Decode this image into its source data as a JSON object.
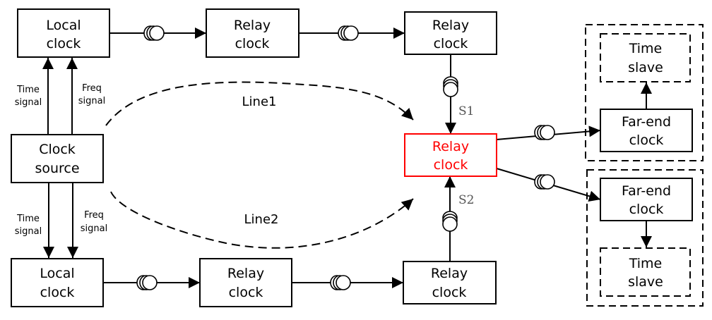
{
  "colors": {
    "stroke": "#000000",
    "highlight": "#ff0000",
    "s_label": "#555555"
  },
  "nodes": {
    "local_clock_top": {
      "line1": "Local",
      "line2": "clock"
    },
    "relay_clock_top_1": {
      "line1": "Relay",
      "line2": "clock"
    },
    "relay_clock_top_2": {
      "line1": "Relay",
      "line2": "clock"
    },
    "clock_source": {
      "line1": "Clock",
      "line2": "source"
    },
    "relay_clock_center": {
      "line1": "Relay",
      "line2": "clock",
      "highlighted": true
    },
    "local_clock_bottom": {
      "line1": "Local",
      "line2": "clock"
    },
    "relay_clock_bottom_1": {
      "line1": "Relay",
      "line2": "clock"
    },
    "relay_clock_bottom_2": {
      "line1": "Relay",
      "line2": "clock"
    },
    "time_slave_top": {
      "line1": "Time",
      "line2": "slave"
    },
    "far_end_clock_top": {
      "line1": "Far-end",
      "line2": "clock"
    },
    "far_end_clock_bottom": {
      "line1": "Far-end",
      "line2": "clock"
    },
    "time_slave_bottom": {
      "line1": "Time",
      "line2": "slave"
    }
  },
  "signals": {
    "time_top": {
      "line1": "Time",
      "line2": "signal"
    },
    "freq_top": {
      "line1": "Freq",
      "line2": "signal"
    },
    "time_bottom": {
      "line1": "Time",
      "line2": "signal"
    },
    "freq_bottom": {
      "line1": "Freq",
      "line2": "signal"
    }
  },
  "paths": {
    "line1": "Line1",
    "line2": "Line2",
    "s1": "S1",
    "s2": "S2"
  },
  "icons": {
    "fiber_coil": "fiber-coil-icon",
    "arrow": "arrowhead-icon"
  }
}
